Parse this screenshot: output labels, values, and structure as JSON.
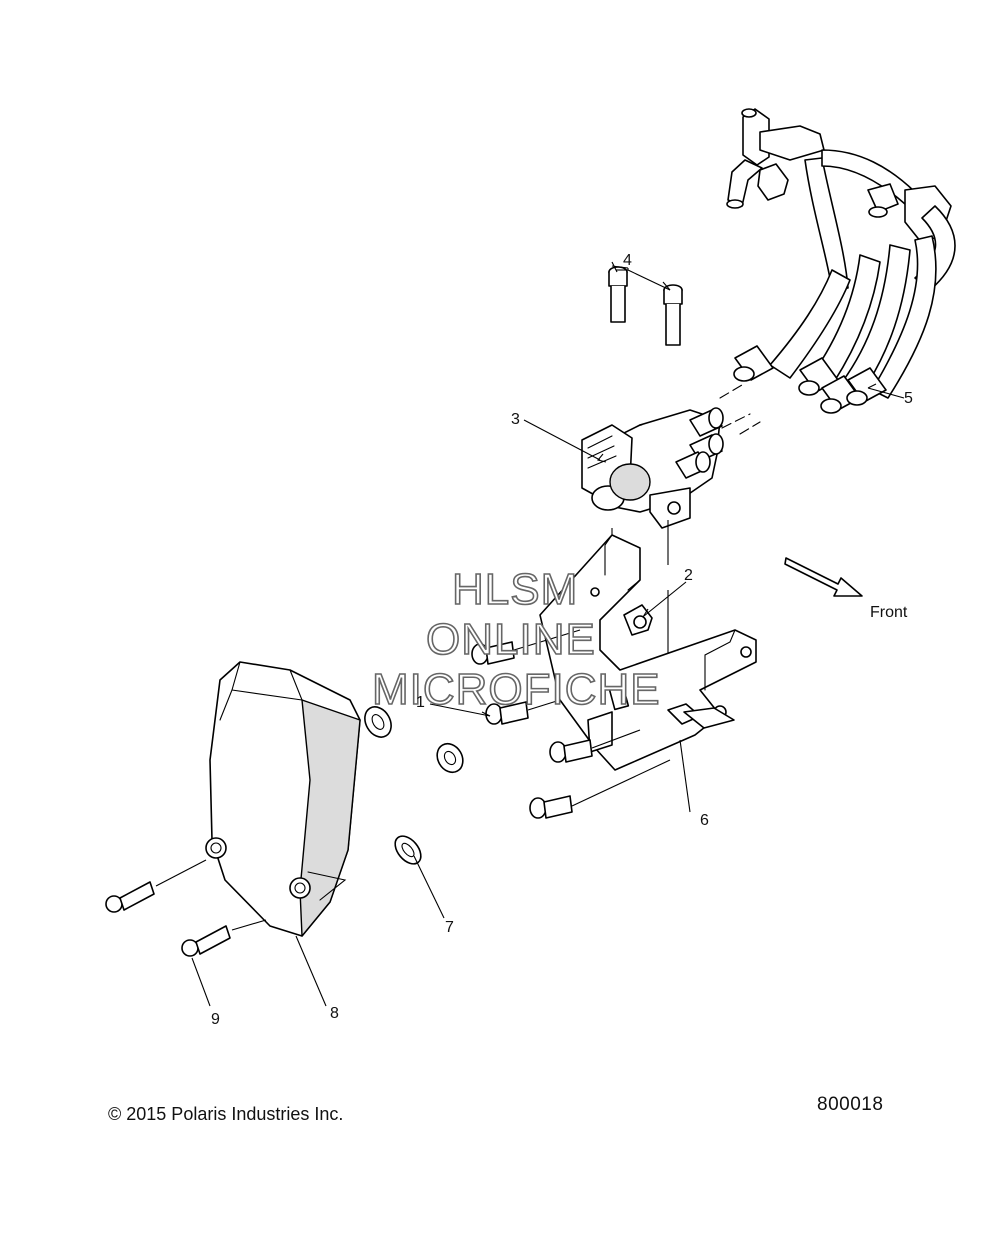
{
  "watermark": {
    "line1": "HLSM",
    "line2": "ONLINE",
    "line3": "MICROFICHE"
  },
  "direction_label": "Front",
  "callouts": [
    "1",
    "2",
    "3",
    "4",
    "5",
    "6",
    "7",
    "8",
    "9"
  ],
  "footer": {
    "copyright": "© 2015 Polaris Industries Inc.",
    "drawing_number": "800018"
  }
}
